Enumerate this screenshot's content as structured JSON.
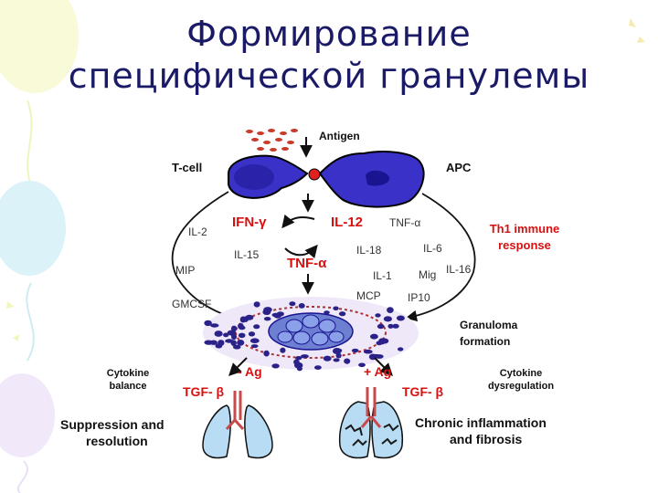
{
  "slide": {
    "title_line1": "Формирование",
    "title_line2": "специфической гранулемы"
  },
  "diagram": {
    "antigen": "Antigen",
    "tcell": "T-cell",
    "apc": "APC",
    "ifn": "IFN-γ",
    "il12": "IL-12",
    "tnf_a_top": "TNF-α",
    "il2": "IL-2",
    "il15": "IL-15",
    "il18": "IL-18",
    "il6": "IL-6",
    "tnf_a_center": "TNF-α",
    "mip": "MIP",
    "il1": "IL-1",
    "mig": "Mig",
    "il16": "IL-16",
    "gmcsf": "GMCSF",
    "mcp": "MCP",
    "ip10": "IP10",
    "th1_line1": "Th1 immune",
    "th1_line2": "response",
    "granuloma_line1": "Granuloma",
    "granuloma_line2": "formation",
    "minus_ag": "- Ag",
    "plus_ag": "+ Ag",
    "cytokine_balance_line1": "Cytokine",
    "cytokine_balance_line2": "balance",
    "cytokine_dysreg_line1": "Cytokine",
    "cytokine_dysreg_line2": "dysregulation",
    "tgf_left": "TGF- β",
    "tgf_right": "TGF- β",
    "suppression_line1": "Suppression and",
    "suppression_line2": "resolution",
    "chronic_line1": "Chronic inflammation",
    "chronic_line2": "and fibrosis"
  },
  "colors": {
    "title": "#1a1a66",
    "red_label": "#d81010",
    "cell_fill": "#3a32c8",
    "cell_nucleus": "#1a1490",
    "cell_outline": "#000000",
    "lung_fill": "#b8dcf4",
    "granuloma_core": "#6c7fd0",
    "cluster_dot": "#2a2288"
  }
}
